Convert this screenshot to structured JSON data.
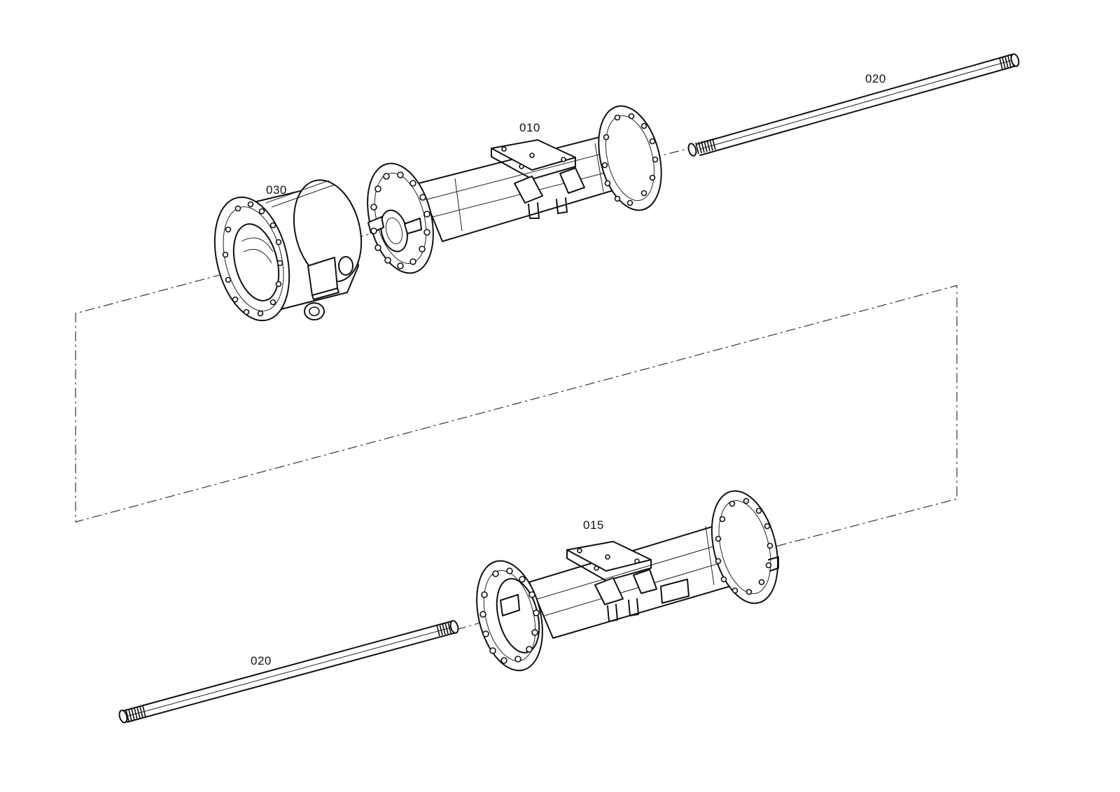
{
  "callouts": {
    "shaft_top": "020",
    "housing_upper": "010",
    "carrier": "030",
    "housing_lower": "015",
    "shaft_bottom": "020"
  },
  "colors": {
    "line": "#111111",
    "background": "#ffffff"
  }
}
